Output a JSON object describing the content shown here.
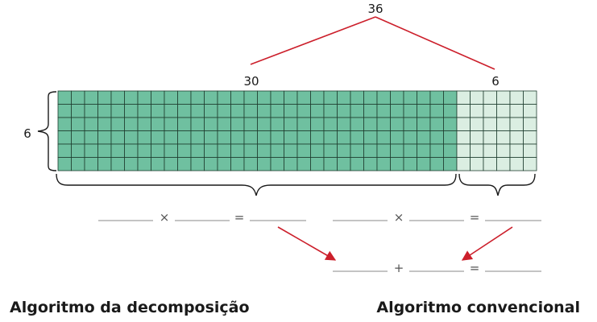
{
  "decomposition": {
    "total_label": "36",
    "tens_label": "30",
    "units_label": "6",
    "rows_label": "6"
  },
  "grid": {
    "rows": 6,
    "tens_columns": 30,
    "units_columns": 6,
    "tens_fill": "#6fc0a0",
    "units_fill": "#dbeee2",
    "line_color": "#1e3d2f"
  },
  "colors": {
    "connector": "#cc1f2b",
    "arrow": "#cc1f2b",
    "blank_line": "#888888"
  },
  "equations": {
    "left": {
      "times": "×",
      "equals": "="
    },
    "right": {
      "times": "×",
      "equals": "="
    },
    "sum": {
      "plus": "+",
      "equals": "="
    }
  },
  "captions": {
    "left": "Algoritmo da decomposição",
    "right": "Algoritmo convencional"
  }
}
